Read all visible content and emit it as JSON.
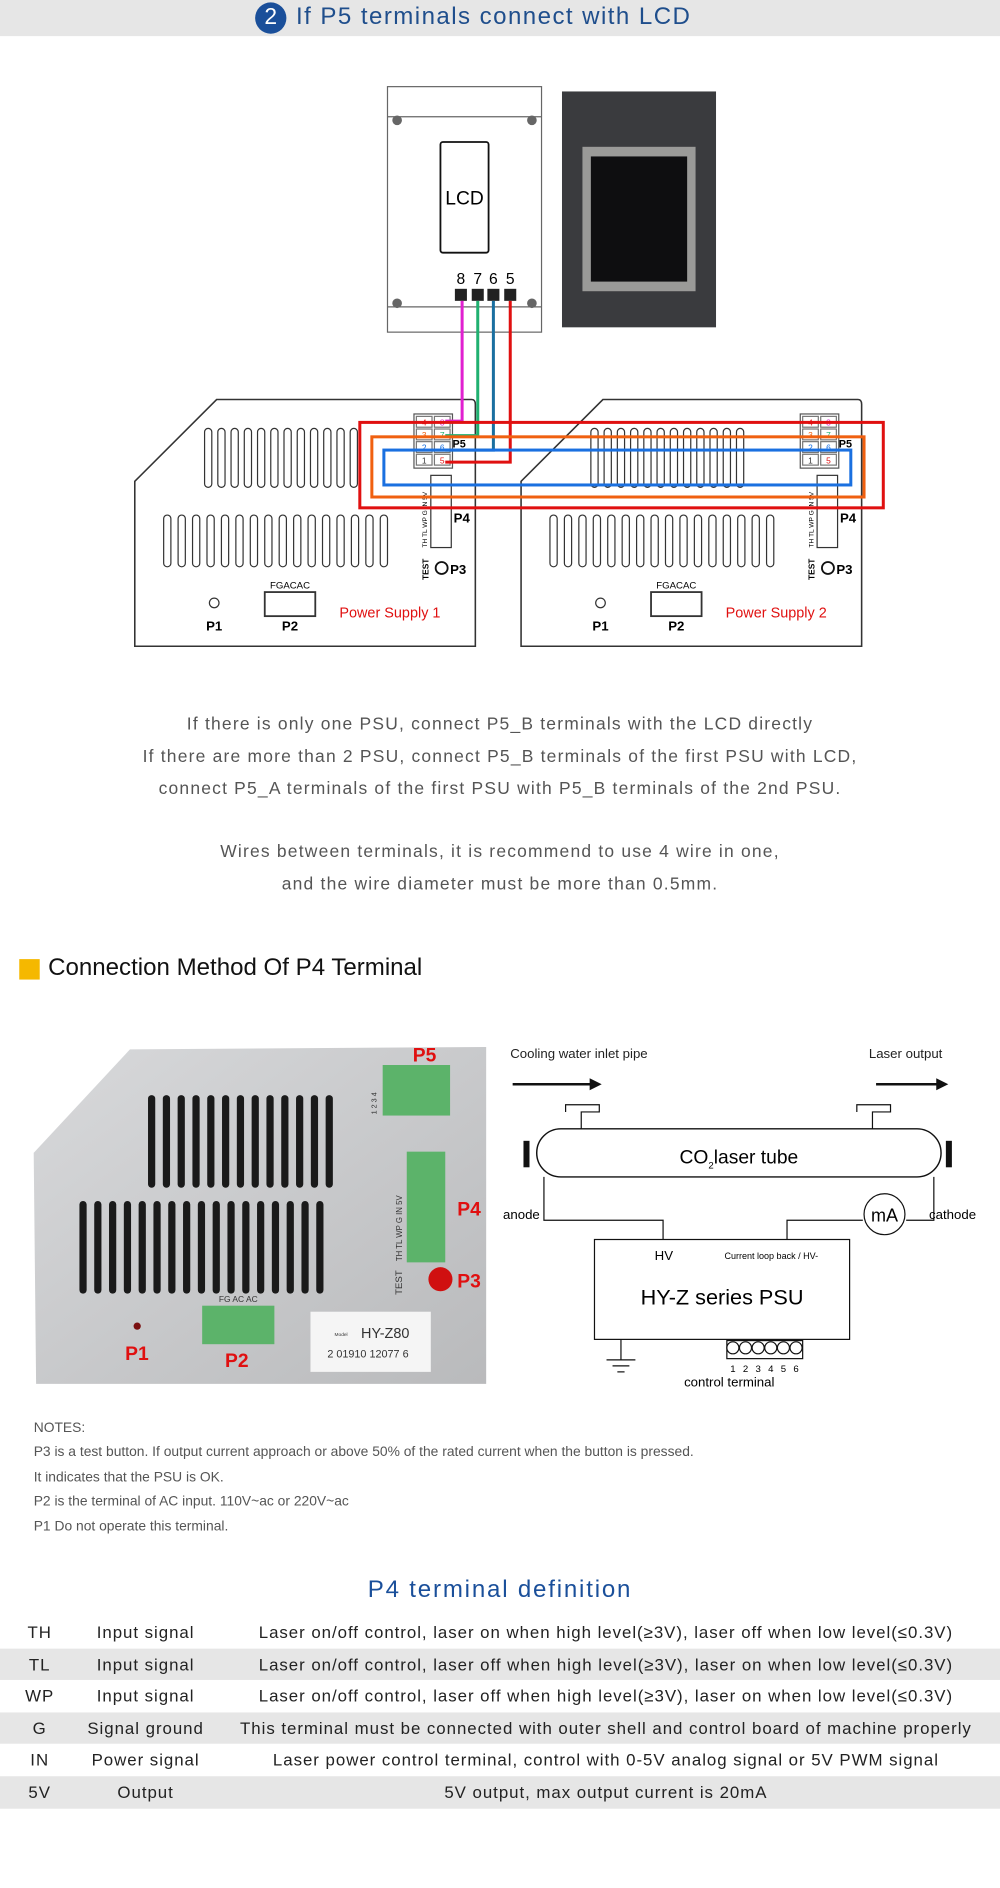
{
  "header": {
    "step_number": "2",
    "title": "If P5 terminals connect with LCD"
  },
  "lcd_diagram": {
    "lcd_label": "LCD",
    "pin_labels": [
      "8",
      "7",
      "6",
      "5"
    ],
    "wire_colors": [
      "#e020d0",
      "#20b070",
      "#1a6fa0",
      "#e01010"
    ]
  },
  "psu_diagram": {
    "supplies": [
      {
        "name": "Power Supply 1"
      },
      {
        "name": "Power Supply 2"
      }
    ],
    "p5_pins_left": [
      "4",
      "3",
      "2",
      "1"
    ],
    "p5_pins_right": [
      "8",
      "7",
      "6",
      "5"
    ],
    "labels": {
      "p1": "P1",
      "p2": "P2",
      "p3": "P3",
      "p4": "P4",
      "p5": "P5",
      "fgacac": "FGACAC",
      "test": "TEST",
      "p4_pins": "TH TL WP G IN 5V"
    },
    "loop_colors": [
      "#e01010",
      "#f06010",
      "#1a70e0"
    ]
  },
  "description": [
    "If there is only one PSU, connect P5_B terminals with the LCD directly",
    "If there are more than 2 PSU, connect P5_B terminals of the first PSU with LCD,",
    "connect P5_A terminals of the first PSU with P5_B terminals of the 2nd PSU.",
    "Wires between terminals, it is recommend to use 4 wire in one,",
    "and the wire diameter must be more than 0.5mm."
  ],
  "section": {
    "title": "Connection Method Of P4 Terminal",
    "accent_color": "#f5b800"
  },
  "photo": {
    "labels": {
      "p1": "P1",
      "p2": "P2",
      "p3": "P3",
      "p4": "P4",
      "p5": "P5",
      "test": "TEST"
    },
    "p4_pins": "TH TL WP G IN 5V",
    "p5_pins": "1 2 3 4",
    "p2_pins": "FG AC AC",
    "model_label": "Model",
    "model": "HY-Z80",
    "barcode": "2 01910 12077 6"
  },
  "schematic": {
    "cooling_label": "Cooling water inlet pipe",
    "output_label": "Laser output",
    "tube_label": "CO",
    "tube_sub": "2",
    "tube_label_rest": "laser tube",
    "anode": "anode",
    "cathode": "cathode",
    "meter": "mA",
    "hv": "HV",
    "loop_back": "Current loop back / HV-",
    "psu_label": "HY-Z series PSU",
    "terminal_numbers": [
      "1",
      "2",
      "3",
      "4",
      "5",
      "6"
    ],
    "control_terminal": "control terminal"
  },
  "notes": [
    "NOTES:",
    "P3 is a test button. If output current approach or above 50% of the rated current when the button is pressed.",
    "It indicates that the PSU is OK.",
    "P2 is the terminal of AC input. 110V~ac or 220V~ac",
    "P1 Do not operate this terminal."
  ],
  "p4_table": {
    "title": "P4 terminal definition",
    "rows": [
      [
        "TH",
        "Input signal",
        "Laser on/off control, laser on when high level(≥3V), laser off when low level(≤0.3V)"
      ],
      [
        "TL",
        "Input signal",
        "Laser on/off control, laser off when high level(≥3V), laser on when low level(≤0.3V)"
      ],
      [
        "WP",
        "Input signal",
        "Laser on/off control, laser off when high level(≥3V), laser on when low level(≤0.3V)"
      ],
      [
        "G",
        "Signal ground",
        "This terminal must be connected with outer shell and control board of machine properly"
      ],
      [
        "IN",
        "Power signal",
        "Laser power control terminal, control with 0-5V analog signal or 5V PWM signal"
      ],
      [
        "5V",
        "Output",
        "5V output, max output current is 20mA"
      ]
    ]
  }
}
